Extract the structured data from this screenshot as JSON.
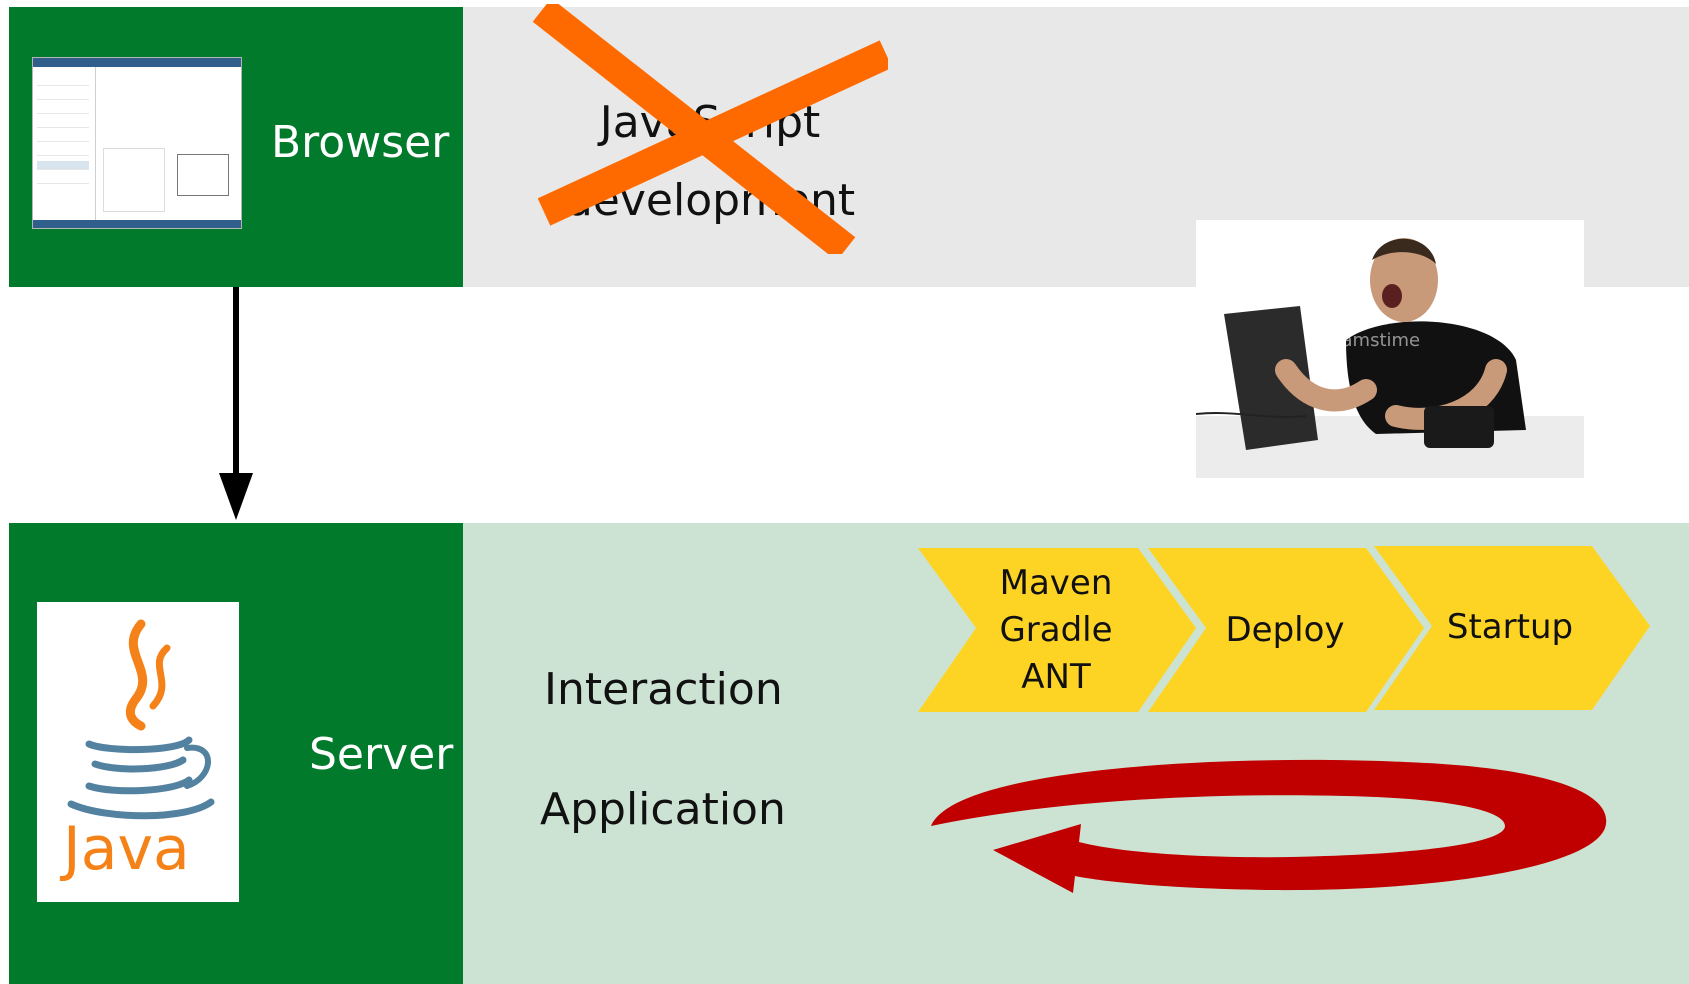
{
  "browser": {
    "label": "Browser"
  },
  "javascript": {
    "line1": "JavaScript",
    "line2": "development"
  },
  "server": {
    "label": "Server",
    "logo_text": "Java"
  },
  "interaction": {
    "label": "Interaction"
  },
  "application": {
    "label": "Application"
  },
  "pipeline": {
    "build_lines": [
      "Maven",
      "Gradle",
      "ANT"
    ],
    "deploy": "Deploy",
    "startup": "Startup"
  },
  "photo": {
    "watermark": "dreamstime"
  },
  "colors": {
    "green": "#027a2b",
    "light_gray": "#e8e8e8",
    "light_green": "#cce3d3",
    "yellow": "#fed424",
    "orange": "#ff6a00",
    "red": "#c00000"
  }
}
